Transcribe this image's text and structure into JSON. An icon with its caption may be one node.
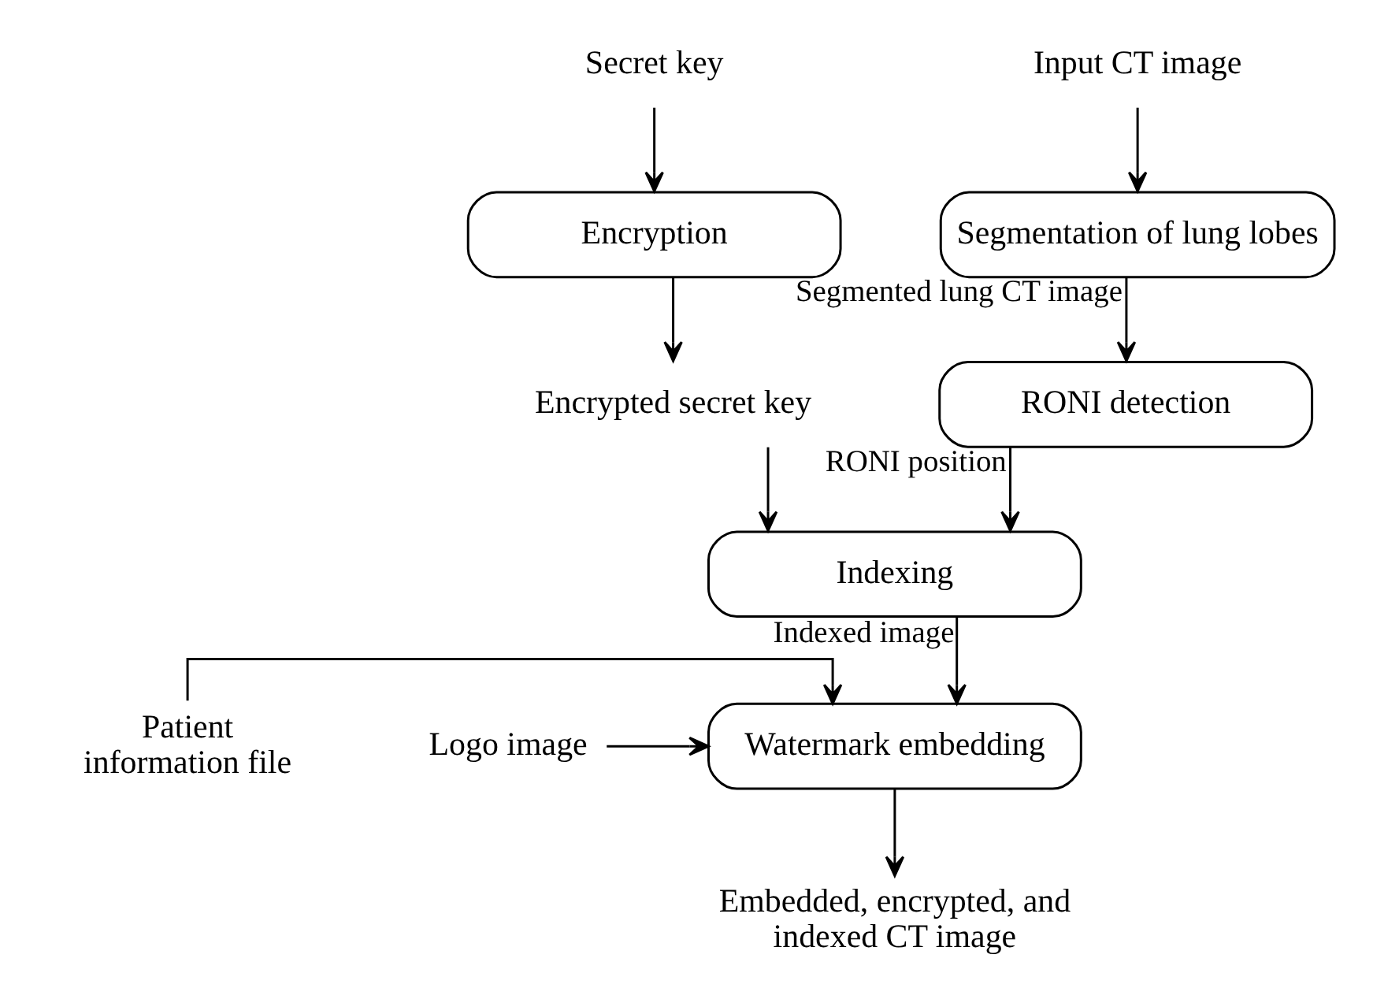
{
  "diagram": {
    "nodes": [
      {
        "text": [
          "Secret key"
        ]
      },
      {
        "text": [
          "Encryption"
        ]
      },
      {
        "text": [
          "Encrypted secret key"
        ]
      },
      {
        "text": [
          "Input CT image"
        ]
      },
      {
        "text": [
          "Segmentation of lung lobes"
        ]
      },
      {
        "text": [
          "RONI detection"
        ]
      },
      {
        "text": [
          "Indexing"
        ]
      },
      {
        "text": [
          "Watermark embedding"
        ]
      },
      {
        "text": [
          "Patient information file"
        ]
      },
      {
        "text": [
          "Logo image"
        ]
      },
      {
        "text": [
          "Embedded, encrypted, and indexed CT image"
        ]
      }
    ],
    "edges": [
      {
        "from": 0,
        "to": 1,
        "arrow": "to"
      },
      {
        "from": 1,
        "to": 2,
        "arrow": "to"
      },
      {
        "from": 3,
        "to": 4,
        "arrow": "to"
      },
      {
        "from": 4,
        "to": 5,
        "arrow": "to",
        "label": "Segmented lung CT image"
      },
      {
        "from": 5,
        "to": 6,
        "arrow": "to",
        "label": "RONI position"
      },
      {
        "from": 2,
        "to": 6,
        "arrow": "to"
      },
      {
        "from": 6,
        "to": 7,
        "arrow": "to",
        "label": "Indexed image"
      },
      {
        "from": 8,
        "to": 7,
        "arrow": "to"
      },
      {
        "from": 9,
        "to": 7,
        "arrow": "to"
      },
      {
        "from": 7,
        "to": 10,
        "arrow": "to"
      }
    ]
  }
}
